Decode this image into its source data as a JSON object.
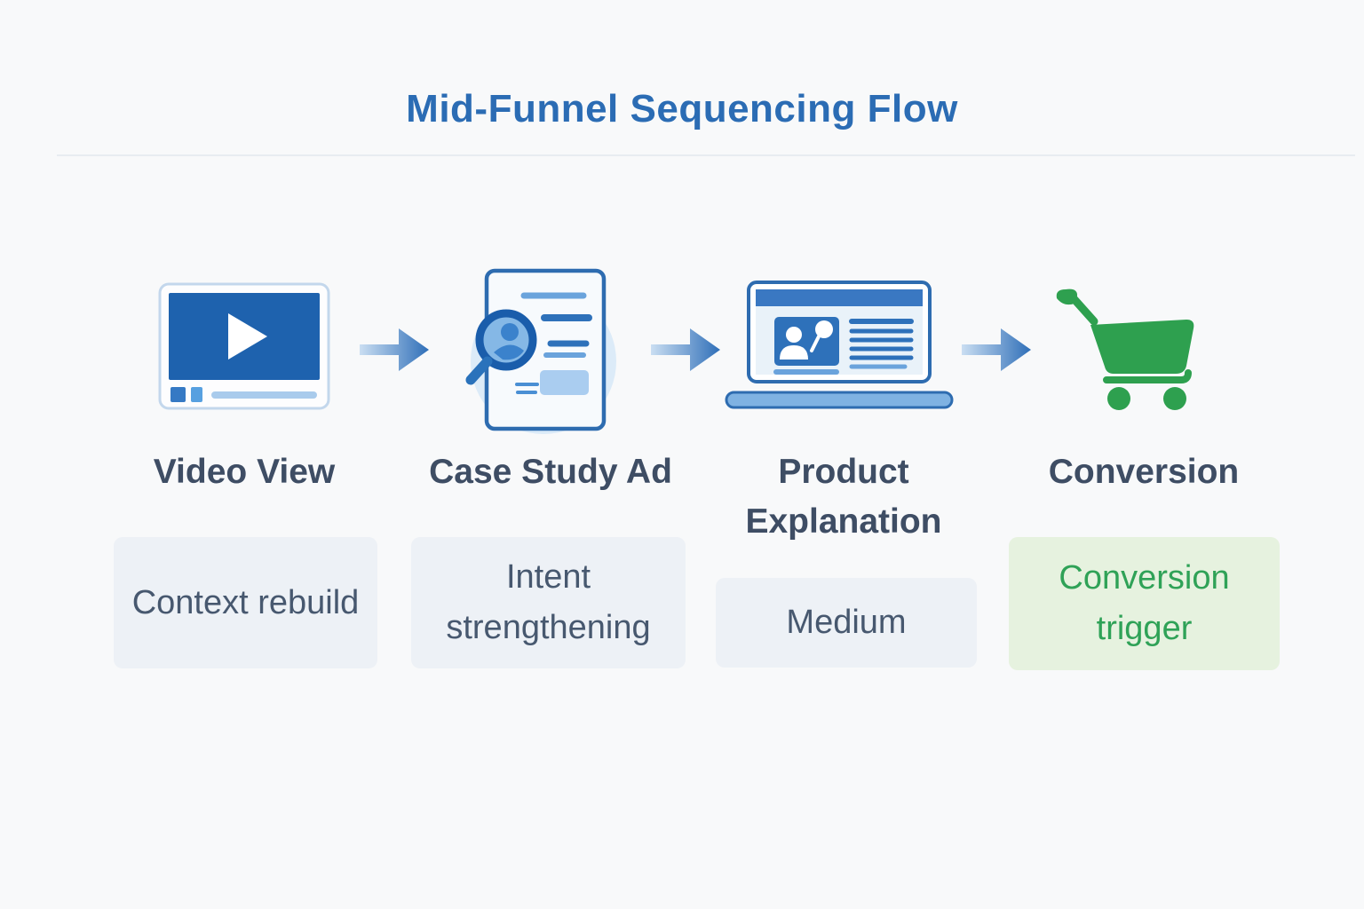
{
  "title": "Mid-Funnel Sequencing Flow",
  "stages": [
    {
      "id": "video-view",
      "icon": "video-player-icon",
      "label": "Video View",
      "note": "Context rebuild",
      "note_variant": "gray"
    },
    {
      "id": "case-study-ad",
      "icon": "document-magnifier-icon",
      "label": "Case Study Ad",
      "note": "Intent strengthening",
      "note_variant": "gray"
    },
    {
      "id": "product-explanation",
      "icon": "laptop-presentation-icon",
      "label": "Product Explanation",
      "note": "Medium",
      "note_variant": "gray"
    },
    {
      "id": "conversion",
      "icon": "shopping-cart-icon",
      "label": "Conversion",
      "note": "Conversion trigger",
      "note_variant": "green"
    }
  ],
  "arrows": {
    "icon": "right-arrow-icon",
    "count": 3
  },
  "colors": {
    "title_blue": "#2b6cb4",
    "icon_blue": "#2e6cb0",
    "video_screen_blue": "#1e62ae",
    "label_slate": "#3e4d64",
    "note_bg_gray": "#edf1f6",
    "note_text_slate": "#47586f",
    "note_bg_green": "#e6f2df",
    "note_text_green": "#2fa257",
    "cart_green": "#2ea04f",
    "arrow_gradient_start": "#cadef2",
    "arrow_gradient_end": "#2f6fb8",
    "background": "#f8f9fa",
    "divider": "#e8ecf1"
  }
}
